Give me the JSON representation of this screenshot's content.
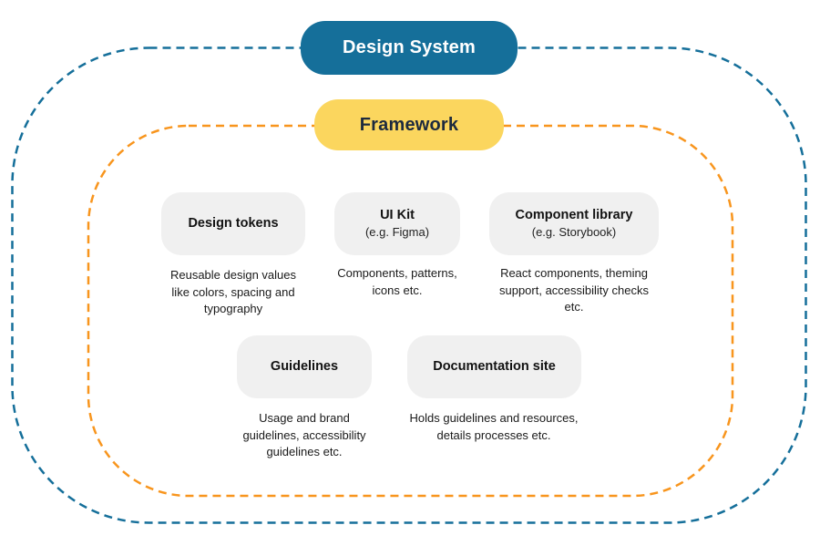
{
  "design_system": {
    "label": "Design System"
  },
  "framework": {
    "label": "Framework",
    "items": [
      {
        "title": "Design tokens",
        "subtitle": "",
        "description": "Reusable design values like colors, spacing and typography",
        "description_lines": [
          "Reusable design values",
          "like colors, spacing and",
          "typography"
        ]
      },
      {
        "title": "UI Kit",
        "subtitle": "(e.g. Figma)",
        "description": "Components, patterns, icons etc.",
        "description_lines": [
          "Components, patterns,",
          "icons etc."
        ]
      },
      {
        "title": "Component library",
        "subtitle": "(e.g. Storybook)",
        "description": "React components, theming support, accessibility checks etc.",
        "description_lines": [
          "React components, theming",
          "support, accessibility checks",
          "etc."
        ]
      },
      {
        "title": "Guidelines",
        "subtitle": "",
        "description": "Usage and brand guidelines, accessibility guidelines etc.",
        "description_lines": [
          "Usage and brand",
          "guidelines, accessibility",
          "guidelines etc."
        ]
      },
      {
        "title": "Documentation site",
        "subtitle": "",
        "description": "Holds guidelines and resources, details processes etc.",
        "description_lines": [
          "Holds guidelines and resources,",
          "details processes etc."
        ]
      }
    ]
  },
  "colors": {
    "design_system_pill_bg": "#156f9a",
    "design_system_pill_text": "#ffffff",
    "framework_pill_bg": "#fbd65e",
    "framework_pill_text": "#1d2a3e",
    "outer_border": "#156f9a",
    "inner_border": "#f8951d",
    "card_bg": "#f0f0f0"
  }
}
